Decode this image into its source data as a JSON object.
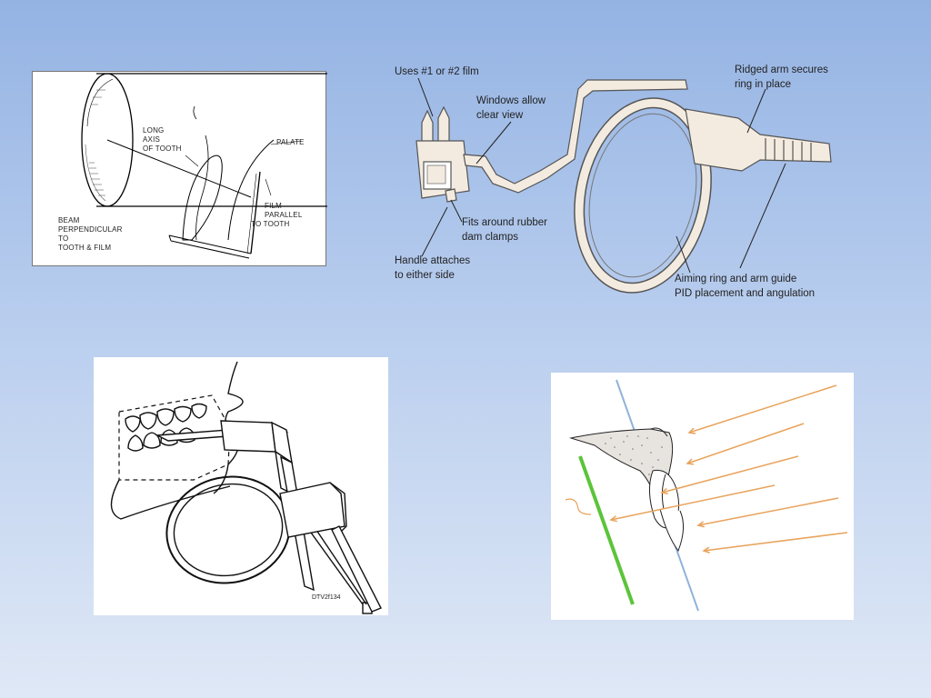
{
  "panel_top_left": {
    "labels": {
      "long_axis": [
        "LONG",
        "AXIS",
        "OF TOOTH"
      ],
      "palate": "PALATE",
      "film": [
        "FILM",
        "PARALLEL",
        "TO TOOTH"
      ],
      "beam": [
        "BEAM",
        "PERPENDICULAR",
        "TO",
        "TOOTH & FILM"
      ]
    }
  },
  "panel_top_right": {
    "labels": {
      "film_uses": "Uses #1 or #2 film",
      "windows": [
        "Windows allow",
        "clear view"
      ],
      "ridged_arm": [
        "Ridged arm secures",
        "ring in place"
      ],
      "fits_around": [
        "Fits around rubber",
        "dam clamps"
      ],
      "handle": [
        "Handle attaches",
        "to either side"
      ],
      "aiming_ring": [
        "Aiming ring and arm guide",
        "PID placement and angulation"
      ]
    }
  },
  "panel_bottom_left": {
    "code": "DTV2f134"
  },
  "panel_bottom_right": {
    "colors": {
      "tooth_axis": "#8fb3d9",
      "film_line": "#5cc43a",
      "beam_arrows": "#e8a35c"
    }
  }
}
